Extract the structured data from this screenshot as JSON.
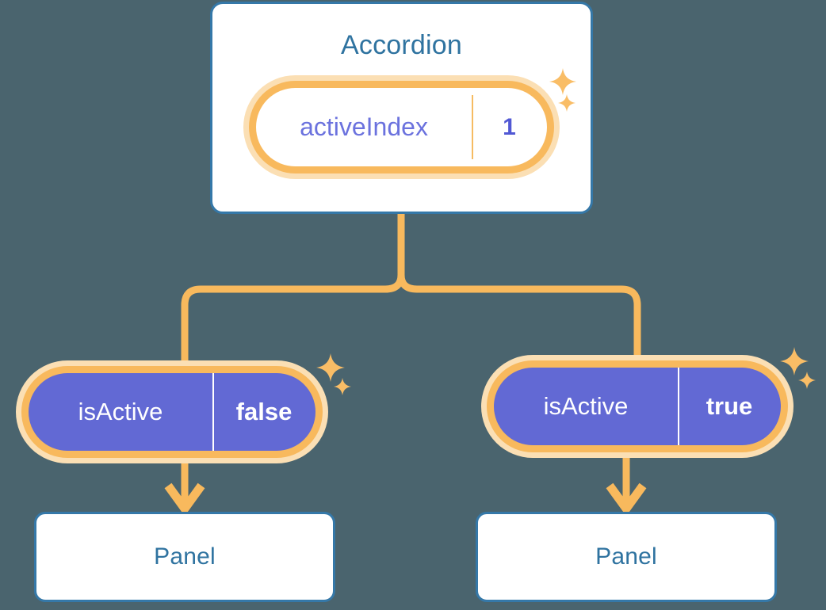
{
  "theme": {
    "background": "#4a646e",
    "card_border": "#3578a8",
    "card_fill": "#ffffff",
    "title_text": "#2f73a0",
    "pill_halo": "#fbdfb4",
    "pill_ring": "#f8b95d",
    "pill_purple_fill": "#6269d4",
    "pill_key_text": "#6b72de",
    "pill_value_text": "#5158d4",
    "connector": "#f8b95d",
    "sparkle": "#f9bd66"
  },
  "diagram": {
    "type": "component-state-tree",
    "root": {
      "title": "Accordion",
      "state": {
        "key": "activeIndex",
        "value": "1",
        "variant": "light"
      }
    },
    "children": [
      {
        "state": {
          "key": "isActive",
          "value": "false",
          "variant": "purple"
        },
        "title": "Panel"
      },
      {
        "state": {
          "key": "isActive",
          "value": "true",
          "variant": "purple"
        },
        "title": "Panel"
      }
    ]
  },
  "icons": {
    "sparkle_large": "sparkle-icon",
    "sparkle_small": "sparkle-icon",
    "arrow": "arrow-down-icon"
  }
}
